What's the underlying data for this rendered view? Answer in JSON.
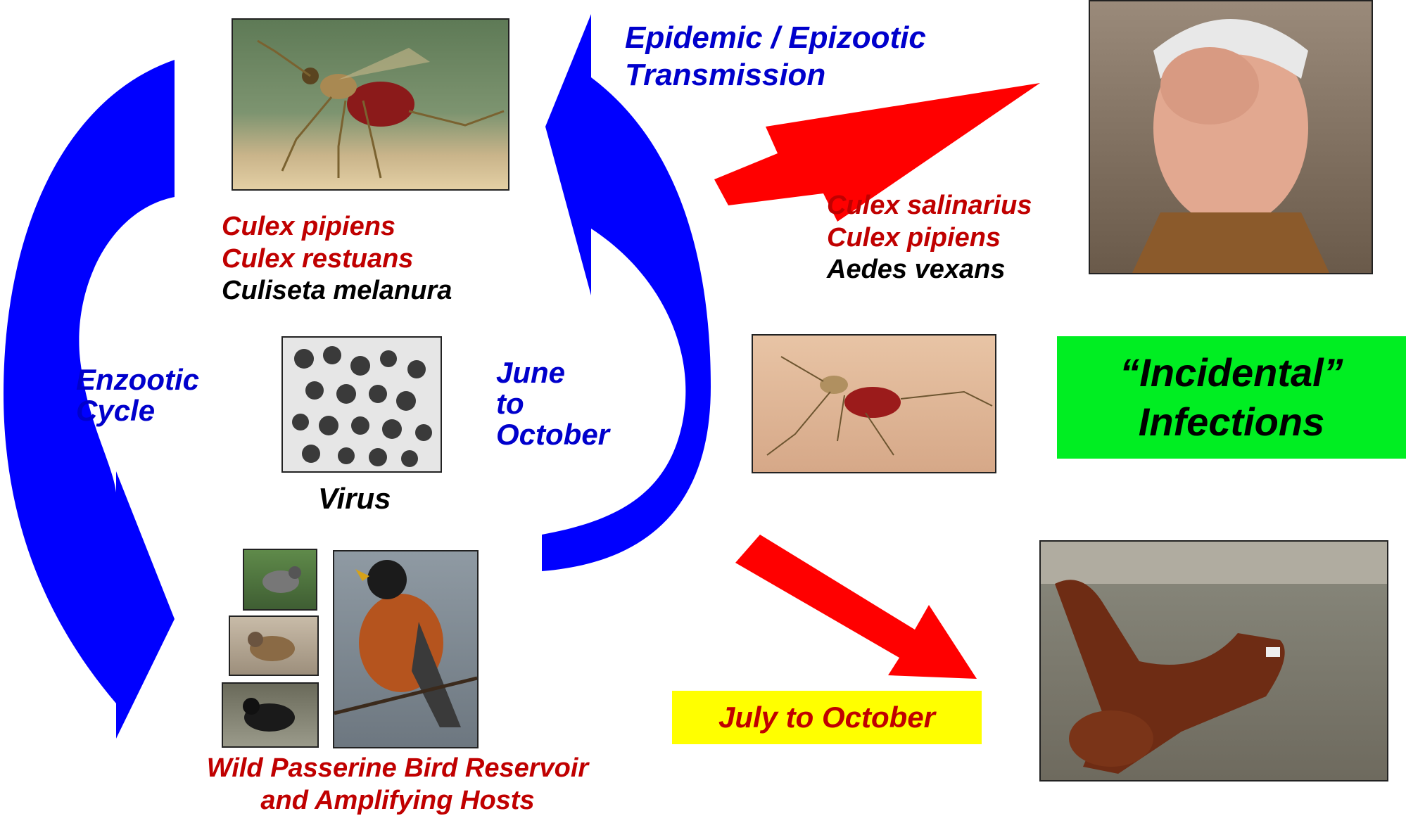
{
  "title": {
    "line1": "Epidemic / Epizootic",
    "line2": "Transmission"
  },
  "enzootic_vectors": {
    "species": [
      {
        "name": "Culex pipiens",
        "color": "#c00000"
      },
      {
        "name": "Culex restuans",
        "color": "#c00000"
      },
      {
        "name": "Culiseta melanura",
        "color": "#000000"
      }
    ]
  },
  "bridge_vectors": {
    "species": [
      {
        "name": "Culex salinarius",
        "color": "#c00000"
      },
      {
        "name": "Culex pipiens",
        "color": "#c00000"
      },
      {
        "name": "Aedes vexans",
        "color": "#000000"
      }
    ]
  },
  "cycle": {
    "label_line1": "Enzootic",
    "label_line2": "Cycle",
    "season_line1": "June",
    "season_line2": "to",
    "season_line3": "October"
  },
  "virus": {
    "label": "Virus"
  },
  "reservoir": {
    "line1": "Wild Passerine Bird Reservoir",
    "line2": "and Amplifying Hosts"
  },
  "incidental": {
    "line1": "“Incidental”",
    "line2": "Infections",
    "bg_color": "#00ee22"
  },
  "season_box": {
    "label": "July to October",
    "bg_color": "#ffff00"
  },
  "colors": {
    "cycle_arrow": "#0000ff",
    "transmission_arrow": "#ff0000"
  }
}
